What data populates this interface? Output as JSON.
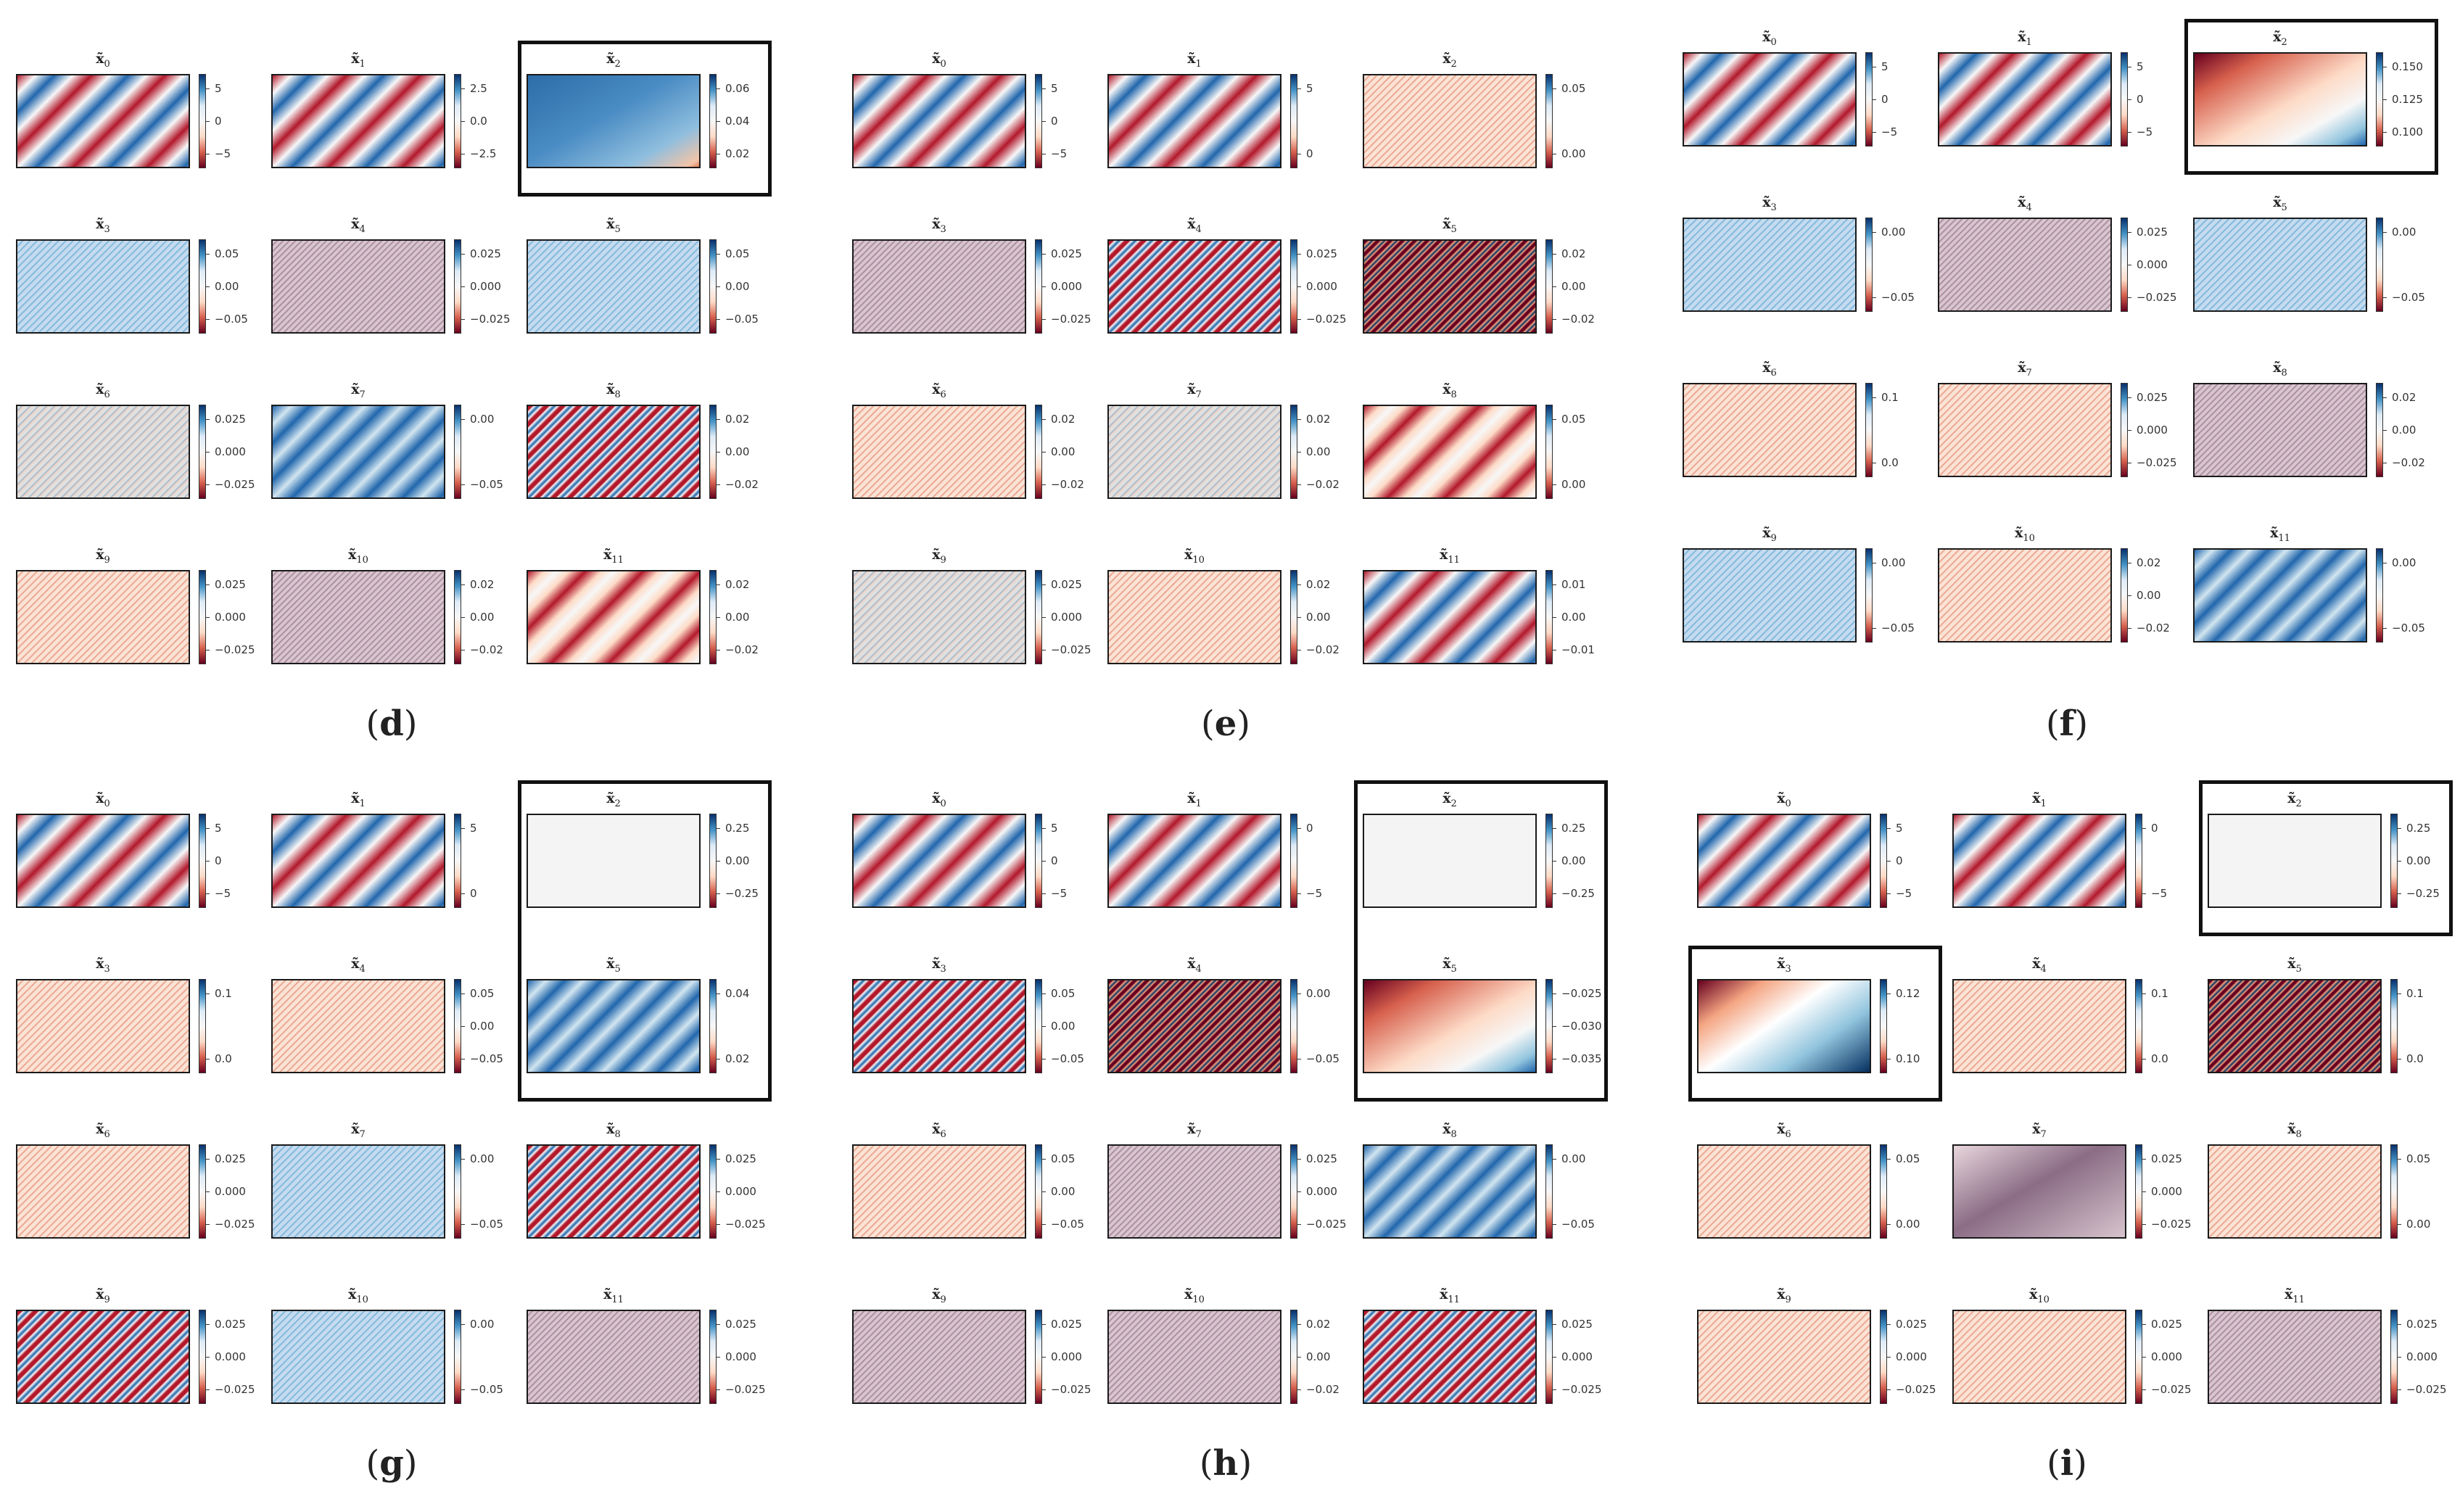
{
  "figure": {
    "panels": [
      {
        "label": "d",
        "boxes": [
          [
            0,
            2
          ]
        ],
        "cells": [
          {
            "title": "x̃",
            "sub": "0",
            "ticks": [
              "5",
              "0",
              "−5"
            ],
            "pattern": "wave"
          },
          {
            "title": "x̃",
            "sub": "1",
            "ticks": [
              "2.5",
              "0.0",
              "−2.5"
            ],
            "pattern": "wave"
          },
          {
            "title": "x̃",
            "sub": "2",
            "ticks": [
              "0.06",
              "0.04",
              "0.02"
            ],
            "pattern": "smooth-blue"
          },
          {
            "title": "x̃",
            "sub": "3",
            "ticks": [
              "0.05",
              "0.00",
              "−0.05"
            ],
            "pattern": "fine-blue"
          },
          {
            "title": "x̃",
            "sub": "4",
            "ticks": [
              "0.025",
              "0.000",
              "−0.025"
            ],
            "pattern": "fine-mauve"
          },
          {
            "title": "x̃",
            "sub": "5",
            "ticks": [
              "0.05",
              "0.00",
              "−0.05"
            ],
            "pattern": "fine-blue"
          },
          {
            "title": "x̃",
            "sub": "6",
            "ticks": [
              "0.025",
              "0.000",
              "−0.025"
            ],
            "pattern": "fine-gray"
          },
          {
            "title": "x̃",
            "sub": "7",
            "ticks": [
              "0.00",
              "−0.05"
            ],
            "pattern": "wave-blue"
          },
          {
            "title": "x̃",
            "sub": "8",
            "ticks": [
              "0.02",
              "0.00",
              "−0.02"
            ],
            "pattern": "stripes"
          },
          {
            "title": "x̃",
            "sub": "9",
            "ticks": [
              "0.025",
              "0.000",
              "−0.025"
            ],
            "pattern": "fine-red"
          },
          {
            "title": "x̃",
            "sub": "10",
            "ticks": [
              "0.02",
              "0.00",
              "−0.02"
            ],
            "pattern": "fine-mauve"
          },
          {
            "title": "x̃",
            "sub": "11",
            "ticks": [
              "0.02",
              "0.00",
              "−0.02"
            ],
            "pattern": "wave-red"
          }
        ]
      },
      {
        "label": "e",
        "boxes": [],
        "cells": [
          {
            "title": "x̃",
            "sub": "0",
            "ticks": [
              "5",
              "0",
              "−5"
            ],
            "pattern": "wave"
          },
          {
            "title": "x̃",
            "sub": "1",
            "ticks": [
              "5",
              "0"
            ],
            "pattern": "wave"
          },
          {
            "title": "x̃",
            "sub": "2",
            "ticks": [
              "0.05",
              "0.00"
            ],
            "pattern": "fine-red"
          },
          {
            "title": "x̃",
            "sub": "3",
            "ticks": [
              "0.025",
              "0.000",
              "−0.025"
            ],
            "pattern": "fine-mauve"
          },
          {
            "title": "x̃",
            "sub": "4",
            "ticks": [
              "0.025",
              "0.000",
              "−0.025"
            ],
            "pattern": "stripes"
          },
          {
            "title": "x̃",
            "sub": "5",
            "ticks": [
              "0.02",
              "0.00",
              "−0.02"
            ],
            "pattern": "stripes-dark"
          },
          {
            "title": "x̃",
            "sub": "6",
            "ticks": [
              "0.02",
              "0.00",
              "−0.02"
            ],
            "pattern": "fine-red"
          },
          {
            "title": "x̃",
            "sub": "7",
            "ticks": [
              "0.02",
              "0.00",
              "−0.02"
            ],
            "pattern": "fine-gray"
          },
          {
            "title": "x̃",
            "sub": "8",
            "ticks": [
              "0.05",
              "0.00"
            ],
            "pattern": "wave-red"
          },
          {
            "title": "x̃",
            "sub": "9",
            "ticks": [
              "0.025",
              "0.000",
              "−0.025"
            ],
            "pattern": "fine-gray"
          },
          {
            "title": "x̃",
            "sub": "10",
            "ticks": [
              "0.02",
              "0.00",
              "−0.02"
            ],
            "pattern": "fine-red"
          },
          {
            "title": "x̃",
            "sub": "11",
            "ticks": [
              "0.01",
              "0.00",
              "−0.01"
            ],
            "pattern": "wave"
          }
        ]
      },
      {
        "label": "f",
        "boxes": [
          [
            0,
            2
          ]
        ],
        "cells": [
          {
            "title": "x̃",
            "sub": "0",
            "ticks": [
              "5",
              "0",
              "−5"
            ],
            "pattern": "wave"
          },
          {
            "title": "x̃",
            "sub": "1",
            "ticks": [
              "5",
              "0",
              "−5"
            ],
            "pattern": "wave"
          },
          {
            "title": "x̃",
            "sub": "2",
            "ticks": [
              "0.150",
              "0.125",
              "0.100"
            ],
            "pattern": "smooth-red"
          },
          {
            "title": "x̃",
            "sub": "3",
            "ticks": [
              "0.00",
              "−0.05"
            ],
            "pattern": "fine-blue"
          },
          {
            "title": "x̃",
            "sub": "4",
            "ticks": [
              "0.025",
              "0.000",
              "−0.025"
            ],
            "pattern": "fine-mauve"
          },
          {
            "title": "x̃",
            "sub": "5",
            "ticks": [
              "0.00",
              "−0.05"
            ],
            "pattern": "fine-blue"
          },
          {
            "title": "x̃",
            "sub": "6",
            "ticks": [
              "0.1",
              "0.0"
            ],
            "pattern": "fine-red"
          },
          {
            "title": "x̃",
            "sub": "7",
            "ticks": [
              "0.025",
              "0.000",
              "−0.025"
            ],
            "pattern": "fine-red"
          },
          {
            "title": "x̃",
            "sub": "8",
            "ticks": [
              "0.02",
              "0.00",
              "−0.02"
            ],
            "pattern": "fine-mauve"
          },
          {
            "title": "x̃",
            "sub": "9",
            "ticks": [
              "0.00",
              "−0.05"
            ],
            "pattern": "fine-blue"
          },
          {
            "title": "x̃",
            "sub": "10",
            "ticks": [
              "0.02",
              "0.00",
              "−0.02"
            ],
            "pattern": "fine-red"
          },
          {
            "title": "x̃",
            "sub": "11",
            "ticks": [
              "0.00",
              "−0.05"
            ],
            "pattern": "wave-blue"
          }
        ]
      },
      {
        "label": "g",
        "boxes": [
          [
            0,
            2
          ],
          [
            1,
            2
          ]
        ],
        "cells": [
          {
            "title": "x̃",
            "sub": "0",
            "ticks": [
              "5",
              "0",
              "−5"
            ],
            "pattern": "wave"
          },
          {
            "title": "x̃",
            "sub": "1",
            "ticks": [
              "5",
              "0"
            ],
            "pattern": "wave"
          },
          {
            "title": "x̃",
            "sub": "2",
            "ticks": [
              "0.25",
              "0.00",
              "−0.25"
            ],
            "pattern": "blank"
          },
          {
            "title": "x̃",
            "sub": "3",
            "ticks": [
              "0.1",
              "0.0"
            ],
            "pattern": "fine-red"
          },
          {
            "title": "x̃",
            "sub": "4",
            "ticks": [
              "0.05",
              "0.00",
              "−0.05"
            ],
            "pattern": "fine-red"
          },
          {
            "title": "x̃",
            "sub": "5",
            "ticks": [
              "0.04",
              "0.02"
            ],
            "pattern": "wave-blue"
          },
          {
            "title": "x̃",
            "sub": "6",
            "ticks": [
              "0.025",
              "0.000",
              "−0.025"
            ],
            "pattern": "fine-red"
          },
          {
            "title": "x̃",
            "sub": "7",
            "ticks": [
              "0.00",
              "−0.05"
            ],
            "pattern": "fine-blue"
          },
          {
            "title": "x̃",
            "sub": "8",
            "ticks": [
              "0.025",
              "0.000",
              "−0.025"
            ],
            "pattern": "stripes"
          },
          {
            "title": "x̃",
            "sub": "9",
            "ticks": [
              "0.025",
              "0.000",
              "−0.025"
            ],
            "pattern": "stripes"
          },
          {
            "title": "x̃",
            "sub": "10",
            "ticks": [
              "0.00",
              "−0.05"
            ],
            "pattern": "fine-blue"
          },
          {
            "title": "x̃",
            "sub": "11",
            "ticks": [
              "0.025",
              "0.000",
              "−0.025"
            ],
            "pattern": "fine-mauve"
          }
        ]
      },
      {
        "label": "h",
        "boxes": [
          [
            0,
            2
          ],
          [
            1,
            2
          ]
        ],
        "cells": [
          {
            "title": "x̃",
            "sub": "0",
            "ticks": [
              "5",
              "0",
              "−5"
            ],
            "pattern": "wave"
          },
          {
            "title": "x̃",
            "sub": "1",
            "ticks": [
              "0",
              "−5"
            ],
            "pattern": "wave"
          },
          {
            "title": "x̃",
            "sub": "2",
            "ticks": [
              "0.25",
              "0.00",
              "−0.25"
            ],
            "pattern": "blank"
          },
          {
            "title": "x̃",
            "sub": "3",
            "ticks": [
              "0.05",
              "0.00",
              "−0.05"
            ],
            "pattern": "stripes"
          },
          {
            "title": "x̃",
            "sub": "4",
            "ticks": [
              "0.00",
              "−0.05"
            ],
            "pattern": "stripes-dark"
          },
          {
            "title": "x̃",
            "sub": "5",
            "ticks": [
              "−0.025",
              "−0.030",
              "−0.035"
            ],
            "pattern": "smooth-red"
          },
          {
            "title": "x̃",
            "sub": "6",
            "ticks": [
              "0.05",
              "0.00",
              "−0.05"
            ],
            "pattern": "fine-red"
          },
          {
            "title": "x̃",
            "sub": "7",
            "ticks": [
              "0.025",
              "0.000",
              "−0.025"
            ],
            "pattern": "fine-mauve"
          },
          {
            "title": "x̃",
            "sub": "8",
            "ticks": [
              "0.00",
              "−0.05"
            ],
            "pattern": "wave-blue"
          },
          {
            "title": "x̃",
            "sub": "9",
            "ticks": [
              "0.025",
              "0.000",
              "−0.025"
            ],
            "pattern": "fine-mauve"
          },
          {
            "title": "x̃",
            "sub": "10",
            "ticks": [
              "0.02",
              "0.00",
              "−0.02"
            ],
            "pattern": "fine-mauve"
          },
          {
            "title": "x̃",
            "sub": "11",
            "ticks": [
              "0.025",
              "0.000",
              "−0.025"
            ],
            "pattern": "stripes"
          }
        ]
      },
      {
        "label": "i",
        "boxes": [
          [
            0,
            2
          ],
          [
            1,
            0
          ]
        ],
        "cells": [
          {
            "title": "x̃",
            "sub": "0",
            "ticks": [
              "5",
              "0",
              "−5"
            ],
            "pattern": "wave"
          },
          {
            "title": "x̃",
            "sub": "1",
            "ticks": [
              "0",
              "−5"
            ],
            "pattern": "wave"
          },
          {
            "title": "x̃",
            "sub": "2",
            "ticks": [
              "0.25",
              "0.00",
              "−0.25"
            ],
            "pattern": "blank"
          },
          {
            "title": "x̃",
            "sub": "3",
            "ticks": [
              "0.12",
              "0.10"
            ],
            "pattern": "smooth-red-blue"
          },
          {
            "title": "x̃",
            "sub": "4",
            "ticks": [
              "0.1",
              "0.0"
            ],
            "pattern": "fine-red"
          },
          {
            "title": "x̃",
            "sub": "5",
            "ticks": [
              "0.1",
              "0.0"
            ],
            "pattern": "stripes-dark"
          },
          {
            "title": "x̃",
            "sub": "6",
            "ticks": [
              "0.05",
              "0.00"
            ],
            "pattern": "fine-red"
          },
          {
            "title": "x̃",
            "sub": "7",
            "ticks": [
              "0.025",
              "0.000",
              "−0.025"
            ],
            "pattern": "smooth-mauve"
          },
          {
            "title": "x̃",
            "sub": "8",
            "ticks": [
              "0.05",
              "0.00"
            ],
            "pattern": "fine-red"
          },
          {
            "title": "x̃",
            "sub": "9",
            "ticks": [
              "0.025",
              "0.000",
              "−0.025"
            ],
            "pattern": "fine-red"
          },
          {
            "title": "x̃",
            "sub": "10",
            "ticks": [
              "0.025",
              "0.000",
              "−0.025"
            ],
            "pattern": "fine-red"
          },
          {
            "title": "x̃",
            "sub": "11",
            "ticks": [
              "0.025",
              "0.000",
              "−0.025"
            ],
            "pattern": "fine-mauve"
          }
        ]
      }
    ],
    "colors": {
      "red": "#b2182b",
      "blue": "#2166ac",
      "white": "#f7f7f7",
      "frame": "#111111"
    }
  }
}
